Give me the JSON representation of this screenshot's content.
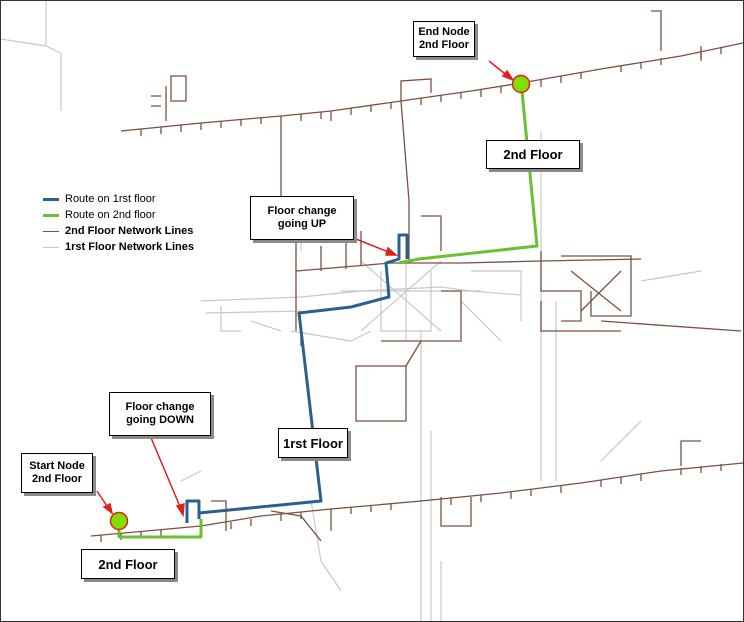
{
  "legend": {
    "items": [
      {
        "label": "Route on 1rst floor",
        "color": "#2c5f8d",
        "weight": "normal"
      },
      {
        "label": "Route on 2nd floor",
        "color": "#6cbf2e",
        "weight": "normal"
      },
      {
        "label": "2nd Floor Network Lines",
        "color": "#7a5040",
        "weight": "bold"
      },
      {
        "label": "1rst Floor Network Lines",
        "color": "#c8c8c8",
        "weight": "bold"
      }
    ]
  },
  "callouts": {
    "end_node": "End Node\n2nd Floor",
    "start_node": "Start Node\n2nd Floor",
    "floor_change_up": "Floor change\ngoing UP",
    "floor_change_down": "Floor change\ngoing DOWN"
  },
  "labels": {
    "second_floor_top": "2nd Floor",
    "first_floor": "1rst Floor",
    "second_floor_bottom": "2nd Floor"
  },
  "colors": {
    "route_first_floor": "#2c5f8d",
    "route_second_floor": "#6cbf2e",
    "network_second_floor": "#7a5040",
    "network_first_floor": "#c8c8c8",
    "node_fill": "#7fe000",
    "node_stroke": "#e02020",
    "arrow": "#e02020"
  },
  "icons": {
    "start_node": "green-circle-node",
    "end_node": "green-circle-node",
    "pointer": "red-arrow"
  }
}
